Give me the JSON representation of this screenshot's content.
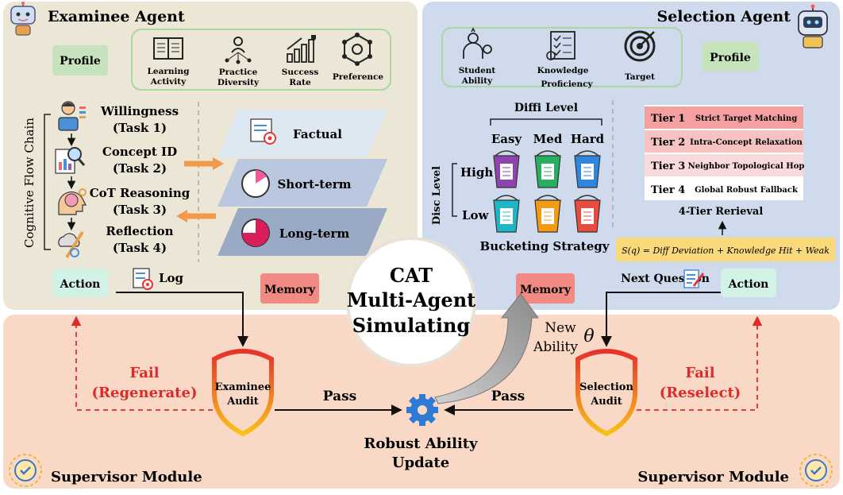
{
  "examinee": {
    "title": "Examinee Agent",
    "profile_label": "Profile",
    "profile_items": [
      {
        "line1": "Learning",
        "line2": "Activity",
        "icon": "book-icon"
      },
      {
        "line1": "Practice",
        "line2": "Diversity",
        "icon": "network-person-icon"
      },
      {
        "line1": "Success",
        "line2": "Rate",
        "icon": "bar-chart-icon"
      },
      {
        "line1": "Preference",
        "line2": "",
        "icon": "molecule-icon"
      }
    ],
    "chain_title": "Cognitive Flow Chain",
    "tasks": [
      {
        "name": "Willingness",
        "task": "(Task 1)"
      },
      {
        "name": "Concept ID",
        "task": "(Task 2)"
      },
      {
        "name": "CoT Reasoning",
        "task": "(Task 3)"
      },
      {
        "name": "Reflection",
        "task": "(Task 4)"
      }
    ],
    "memory_layers": [
      "Factual",
      "Short-term",
      "Long-term"
    ],
    "action_label": "Action",
    "log_label": "Log",
    "memory_label": "Memory"
  },
  "selection": {
    "title": "Selection Agent",
    "profile_label": "Profile",
    "profile_items": [
      {
        "line1": "Student",
        "line2": "Ability",
        "icon": "person-gear-icon"
      },
      {
        "line1": "Knowledge",
        "line2": "Proficiency",
        "icon": "checklist-icon"
      },
      {
        "line1": "Target",
        "line2": "",
        "icon": "target-icon"
      }
    ],
    "diffi_level": "Diffi Level",
    "diff_levels": [
      "Easy",
      "Med",
      "Hard"
    ],
    "disc_level": "Disc Level",
    "disc_levels": [
      "High",
      "Low"
    ],
    "bucketing": "Bucketing Strategy",
    "tiers": [
      {
        "tier": "Tier 1",
        "desc": "Strict Target Matching",
        "color": "#f4a0a0"
      },
      {
        "tier": "Tier 2",
        "desc": "Intra-Concept Relaxation",
        "color": "#f7c2c2"
      },
      {
        "tier": "Tier 3",
        "desc": "Neighbor Topological Hop",
        "color": "#fadada"
      },
      {
        "tier": "Tier 4",
        "desc": "Global Robust Fallback",
        "color": "#ffffff"
      }
    ],
    "retrieval_label": "4-Tier Rerieval",
    "formula": "S(q) = Diff Deviation + Knowledge Hit + Weak",
    "memory_label": "Memory",
    "next_question": "Next Question",
    "action_label": "Action"
  },
  "center": {
    "line1": "CAT",
    "line2": "Multi-Agent",
    "line3": "Simulating"
  },
  "supervisor": {
    "left_title": "Supervisor Module",
    "right_title": "Supervisor Module",
    "fail_left_1": "Fail",
    "fail_left_2": "(Regenerate)",
    "fail_right_1": "Fail",
    "fail_right_2": "(Reselect)",
    "examinee_audit_1": "Examinee",
    "examinee_audit_2": "Audit",
    "selection_audit_1": "Selection",
    "selection_audit_2": "Audit",
    "pass_left": "Pass",
    "pass_right": "Pass",
    "robust_1": "Robust Ability",
    "robust_2": "Update",
    "new_ability_1": "New",
    "new_ability_2": "Ability",
    "theta": "θ"
  },
  "colors": {
    "examinee_bg": "#ece6d6",
    "selection_bg": "#cfdaec",
    "supervisor_bg": "#f9d9c5",
    "profile_green": "#c7e3bd",
    "memory_red": "#f08a82",
    "action_mint": "#d3f2e6",
    "fail_red": "#e02a2a",
    "formula_yellow": "#f9d97a"
  }
}
